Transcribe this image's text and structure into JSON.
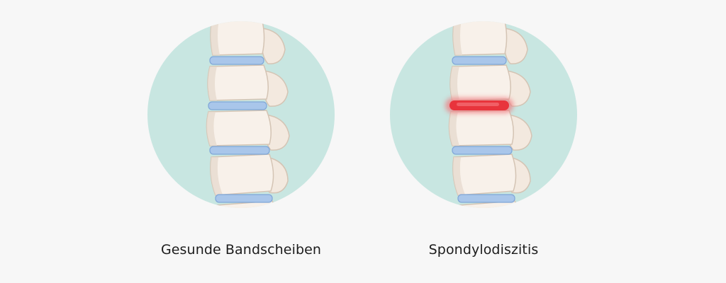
{
  "panels": [
    {
      "caption": "Gesunde Bandscheiben",
      "condition": "healthy"
    },
    {
      "caption": "Spondylodiszitis",
      "condition": "inflamed"
    }
  ],
  "colors": {
    "background": "#f7f7f7",
    "circle": "#c8e6e1",
    "bone": "#f8f1ea",
    "bone_shadow": "#e0d3c6",
    "bone_outline": "#d4c4b4",
    "disc": "#a9c6ea",
    "disc_shadow": "#7fa6d8",
    "inflammation": "#e8343c"
  }
}
